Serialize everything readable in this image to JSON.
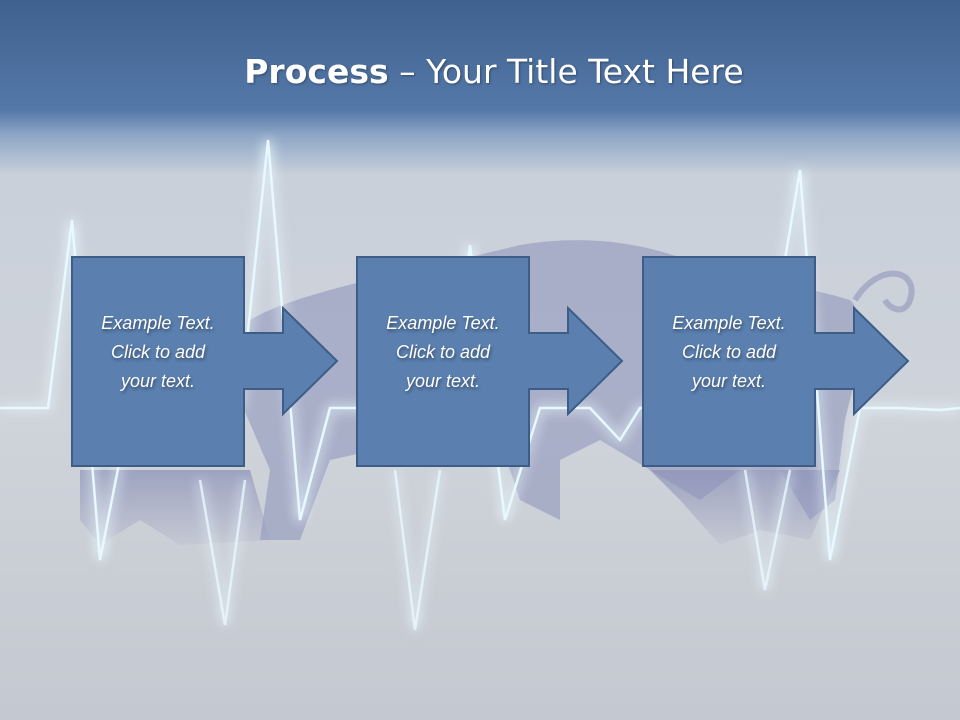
{
  "header": {
    "title_bold": "Process",
    "title_rest": " – Your Title Text Here"
  },
  "steps": [
    {
      "line1": "Example Text.",
      "line2": "Click  to add",
      "line3": "your text."
    },
    {
      "line1": "Example Text.",
      "line2": "Click  to add",
      "line3": "your text."
    },
    {
      "line1": "Example Text.",
      "line2": "Click  to add",
      "line3": "your text."
    }
  ],
  "colors": {
    "box_fill": "#5b80b0",
    "box_border": "#3d5d87",
    "glow": "#a8e4ff"
  }
}
